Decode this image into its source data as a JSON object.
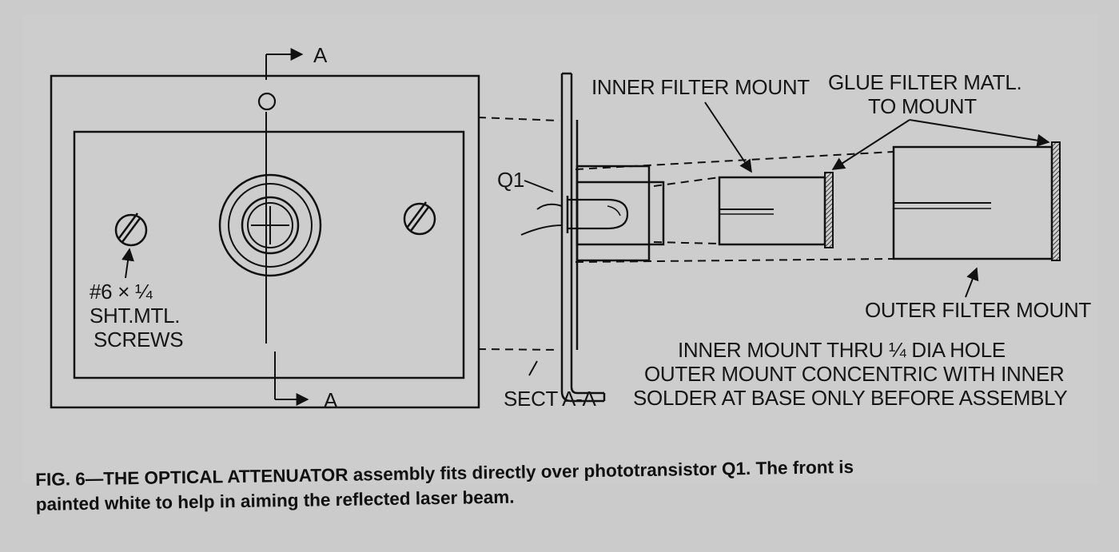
{
  "figure": {
    "top_view": {
      "section_mark_top": "A",
      "section_mark_bottom": "A",
      "screw_callout": [
        "#6 × ¼",
        "SHT.MTL.",
        "SCREWS"
      ]
    },
    "section_view": {
      "phototransistor": "Q1",
      "section_label": "SECT A-A",
      "inner_mount_label": "INNER FILTER MOUNT",
      "glue_label": [
        "GLUE FILTER MATL.",
        "TO MOUNT"
      ],
      "outer_mount_label": "OUTER FILTER MOUNT"
    },
    "notes": [
      "INNER MOUNT THRU ¼ DIA HOLE",
      "OUTER MOUNT CONCENTRIC WITH INNER",
      "SOLDER AT BASE ONLY BEFORE ASSEMBLY"
    ]
  },
  "caption": {
    "line1": "FIG. 6—THE OPTICAL ATTENUATOR assembly fits directly over phototransistor Q1. The front is",
    "line2": "painted white to help in aiming the reflected laser beam."
  }
}
